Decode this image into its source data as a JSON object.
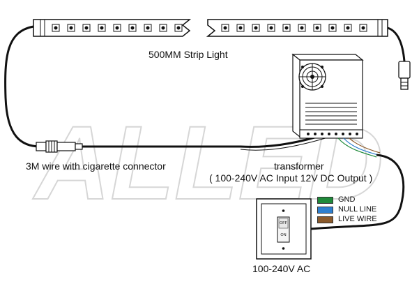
{
  "labels": {
    "strip_light": "500MM Strip Light",
    "wire": "3M wire with cigarette connector",
    "transformer_title": "transformer",
    "transformer_spec": "( 100-240V AC Input 12V DC Output )",
    "ac_source": "100-240V AC"
  },
  "switch": {
    "off_label": "OFF",
    "on_label": "ON"
  },
  "legend": [
    {
      "label": "GND",
      "color": "#1f8a3a"
    },
    {
      "label": "NULL LINE",
      "color": "#2e7fcf"
    },
    {
      "label": "LIVE WIRE",
      "color": "#8b5a2b"
    }
  ],
  "watermark": "ALLED",
  "icons": {
    "fan": "fan-icon",
    "connector": "barrel-connector-icon",
    "switch": "rocker-switch-icon"
  }
}
